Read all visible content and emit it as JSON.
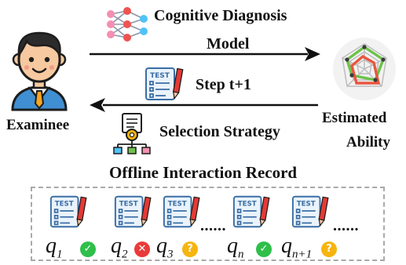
{
  "labels": {
    "model_line1": "Cognitive Diagnosis",
    "model_line2": "Model",
    "step": "Step t+1",
    "strategy": "Selection Strategy",
    "examinee": "Examinee",
    "estimated_line1": "Estimated",
    "estimated_line2": "Ability",
    "record_title": "Offline Interaction Record"
  },
  "test_sheet_label": "TEST",
  "ellipsis": "......",
  "questions": [
    {
      "base": "q",
      "sub": "1",
      "status": "correct"
    },
    {
      "base": "q",
      "sub": "2",
      "status": "wrong"
    },
    {
      "base": "q",
      "sub": "3",
      "status": "unknown"
    },
    {
      "base": "q",
      "sub": "n",
      "status": "correct"
    },
    {
      "base": "q",
      "sub": "n+1",
      "status": "unknown"
    }
  ],
  "status_glyphs": {
    "correct": "✓",
    "wrong": "✕",
    "unknown": "?"
  },
  "colors": {
    "correct": "#2fbf4a",
    "wrong": "#ea3a3a",
    "unknown": "#f6b40f",
    "radar_green": "#6cc24a",
    "radar_red": "#e8563f",
    "examinee_shirt": "#3f8fd2"
  }
}
